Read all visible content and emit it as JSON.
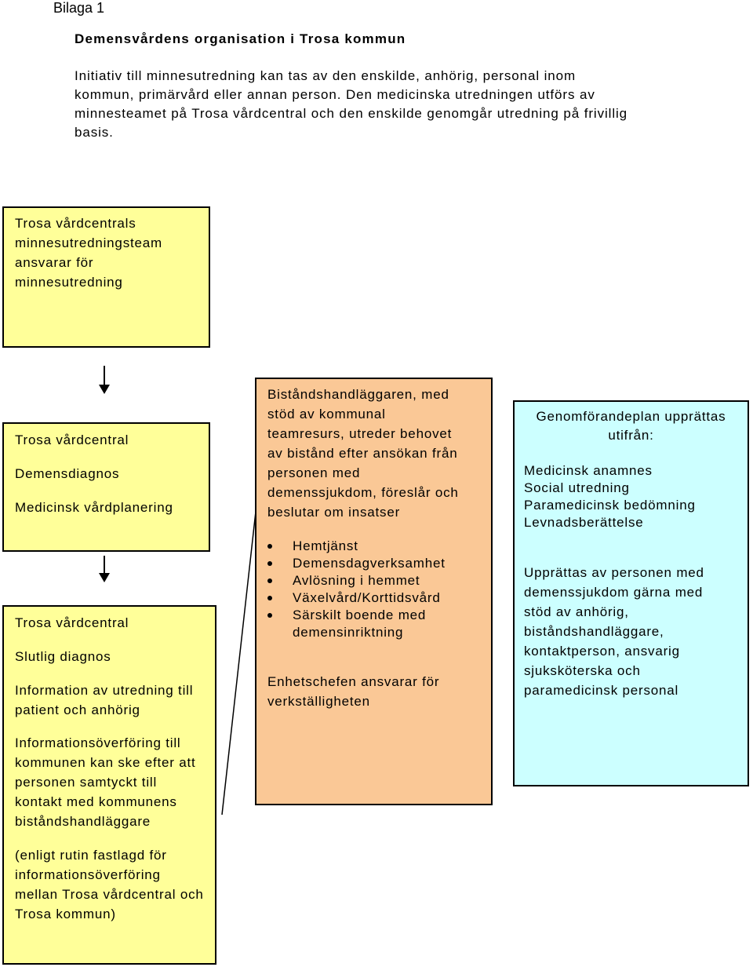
{
  "header": {
    "bilaga": "Bilaga 1",
    "title": "Demensvårdens organisation i Trosa kommun",
    "intro_lines": [
      "Initiativ till minnesutredning kan tas av den enskilde, anhörig, personal inom",
      "kommun, primärvård eller annan person. Den medicinska utredningen utförs av",
      "minnesteamet på Trosa vårdcentral och den enskilde genomgår utredning på frivillig",
      "basis."
    ]
  },
  "box1": {
    "lines": [
      "Trosa vårdcentrals",
      "minnesutredningsteam",
      "ansvarar för",
      "minnesutredning"
    ]
  },
  "box2": {
    "line1": "Trosa vårdcentral",
    "line2": "Demensdiagnos",
    "line3": "Medicinsk vårdplanering"
  },
  "box3": {
    "line1": "Trosa vårdcentral",
    "line2": "Slutlig diagnos",
    "para1": [
      "Information av utredning till",
      "patient och anhörig"
    ],
    "para2": [
      "Informationsöverföring till",
      "kommunen kan ske efter att",
      "personen samtyckt till",
      "kontakt med kommunens",
      "biståndshandläggare"
    ],
    "para3": [
      "(enligt rutin fastlagd för",
      "informationsöverföring",
      "mellan Trosa vårdcentral och",
      "Trosa kommun)"
    ]
  },
  "box4": {
    "intro": [
      "Biståndshandläggaren, med",
      "stöd av kommunal",
      "teamresurs, utreder behovet",
      "av bistånd efter ansökan från",
      "personen med",
      "demenssjukdom, föreslår och",
      "beslutar om insatser"
    ],
    "bullets": [
      "Hemtjänst",
      "Demensdagverksamhet",
      "Avlösning i hemmet",
      "Växelvård/Korttidsvård",
      "Särskilt boende med demensinriktning"
    ],
    "footer": [
      "Enhetschefen ansvarar för",
      "verkställigheten"
    ]
  },
  "box5": {
    "heading": [
      "Genomförandeplan upprättas",
      "utifrån:"
    ],
    "list": [
      "Medicinsk anamnes",
      "Social utredning",
      "Paramedicinsk bedömning",
      "Levnadsberättelse"
    ],
    "para": [
      "Upprättas av personen med",
      "demenssjukdom gärna med",
      "stöd av anhörig,",
      "biståndshandläggare,",
      "kontaktperson, ansvarig",
      "sjuksköterska och",
      "paramedicinsk personal"
    ]
  }
}
